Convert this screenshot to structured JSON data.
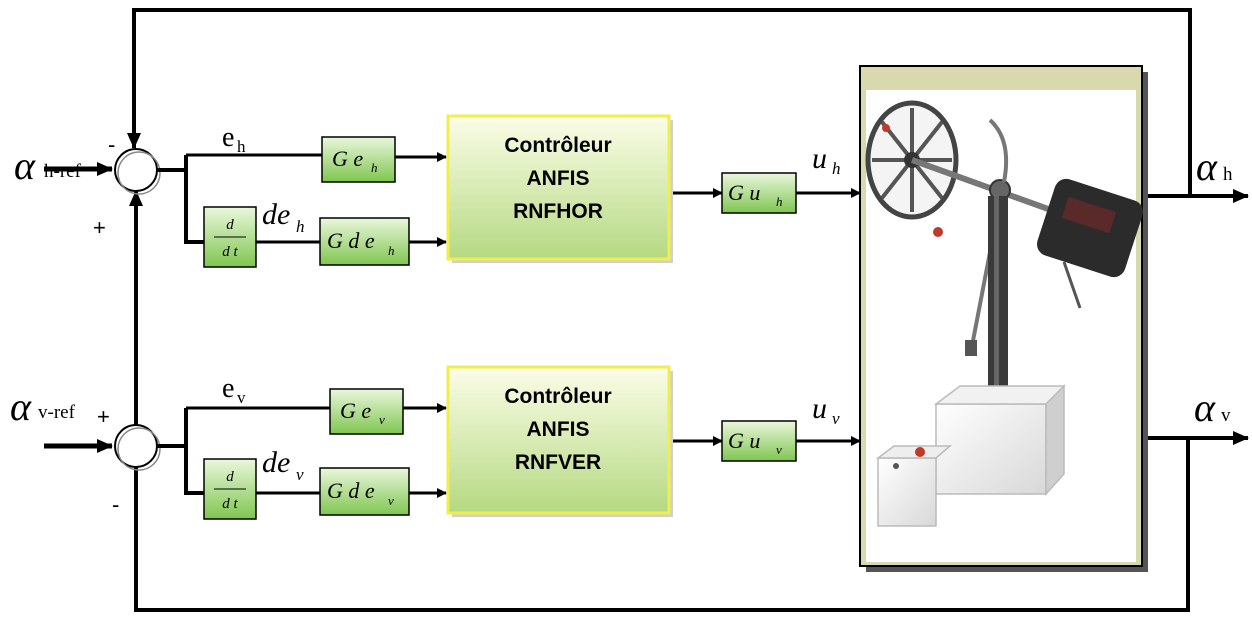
{
  "colors": {
    "line": "#000000",
    "gain_fill_top": "#eaf7dc",
    "gain_fill_bottom": "#7fc650",
    "controller_fill_top": "#fcfde8",
    "controller_fill_bottom": "#b5d982",
    "controller_border": "#f2ee4c",
    "plant_frame": "#d9d9b0"
  },
  "horizontal_loop": {
    "reference": {
      "symbol": "α",
      "subscript": "h-ref"
    },
    "sum_signs": {
      "feedback": "-",
      "reference": "+"
    },
    "error": {
      "symbol": "e",
      "subscript": "h"
    },
    "derivative": {
      "symbol": "de",
      "subscript": "h"
    },
    "derivative_block": {
      "numerator": "d",
      "denominator": "d t"
    },
    "gain_error": {
      "symbol": "G e",
      "subscript": "h"
    },
    "gain_derivative": {
      "symbol": "G d e",
      "subscript": "h"
    },
    "controller": {
      "line1": "Contrôleur",
      "line2": "ANFIS",
      "line3": "RNFHOR"
    },
    "gain_output": {
      "symbol": "G u",
      "subscript": "h"
    },
    "command": {
      "symbol": "u",
      "subscript": "h"
    },
    "output": {
      "symbol": "α",
      "subscript": "h"
    }
  },
  "vertical_loop": {
    "reference": {
      "symbol": "α",
      "subscript": "v-ref"
    },
    "sum_signs": {
      "reference": "+",
      "feedback": "-"
    },
    "error": {
      "symbol": "e",
      "subscript": "v"
    },
    "derivative": {
      "symbol": "de",
      "subscript": "v"
    },
    "derivative_block": {
      "numerator": "d",
      "denominator": "d t"
    },
    "gain_error": {
      "symbol": "G e",
      "subscript": "v"
    },
    "gain_derivative": {
      "symbol": "G d e",
      "subscript": "v"
    },
    "controller": {
      "line1": "Contrôleur",
      "line2": "ANFIS",
      "line3": "RNFVER"
    },
    "gain_output": {
      "symbol": "G u",
      "subscript": "v"
    },
    "command": {
      "symbol": "u",
      "subscript": "v"
    },
    "output": {
      "symbol": "α",
      "subscript": "v"
    }
  }
}
